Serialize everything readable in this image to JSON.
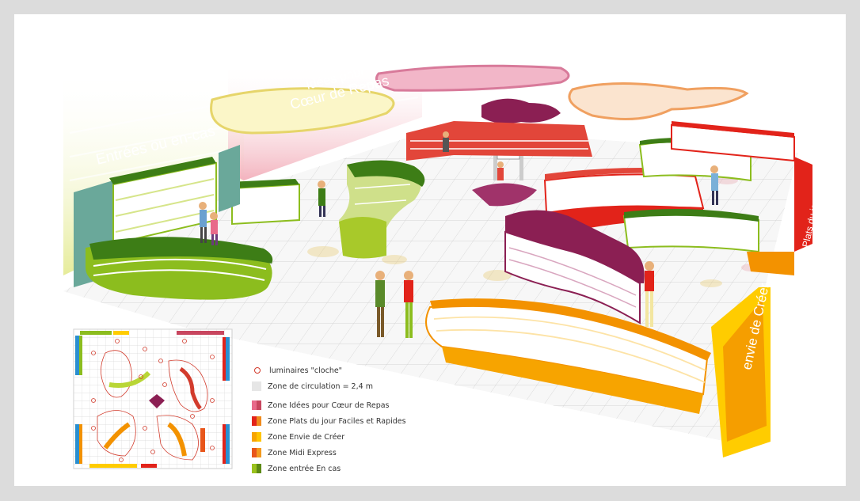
{
  "zones": {
    "entrees": "Entrées ou en-cas",
    "idees_line1": "Idées pour",
    "idees_line2": "Cœur de Repas",
    "plats": "Plats du jour express",
    "envie": "envie de Créer"
  },
  "legend": {
    "items": [
      {
        "label": "luminaires \"cloche\"",
        "kind": "circle"
      },
      {
        "label": "Zone de circulation = 2,4 m",
        "kind": "grey"
      },
      {
        "label": "Zone Idées pour Cœur de Repas",
        "kind": "split",
        "c1": "#e86a8a",
        "c2": "#c8465f"
      },
      {
        "label": "Zone Plats du jour Faciles et Rapides",
        "kind": "split",
        "c1": "#e2231a",
        "c2": "#f08a1c"
      },
      {
        "label": "Zone Envie de Créer",
        "kind": "split",
        "c1": "#f7a400",
        "c2": "#ffc400"
      },
      {
        "label": "Zone Midi Express",
        "kind": "split",
        "c1": "#e8561b",
        "c2": "#f39a1e"
      },
      {
        "label": "Zone entrée En cas",
        "kind": "split",
        "c1": "#9ac21e",
        "c2": "#5c8a14"
      }
    ]
  },
  "colors": {
    "green": "#8cbd1e",
    "dark_green": "#3d7d16",
    "red": "#e2231a",
    "orange": "#f39200",
    "yellow": "#ffcc00",
    "magenta": "#8b1f53",
    "pink": "#e8738f"
  }
}
